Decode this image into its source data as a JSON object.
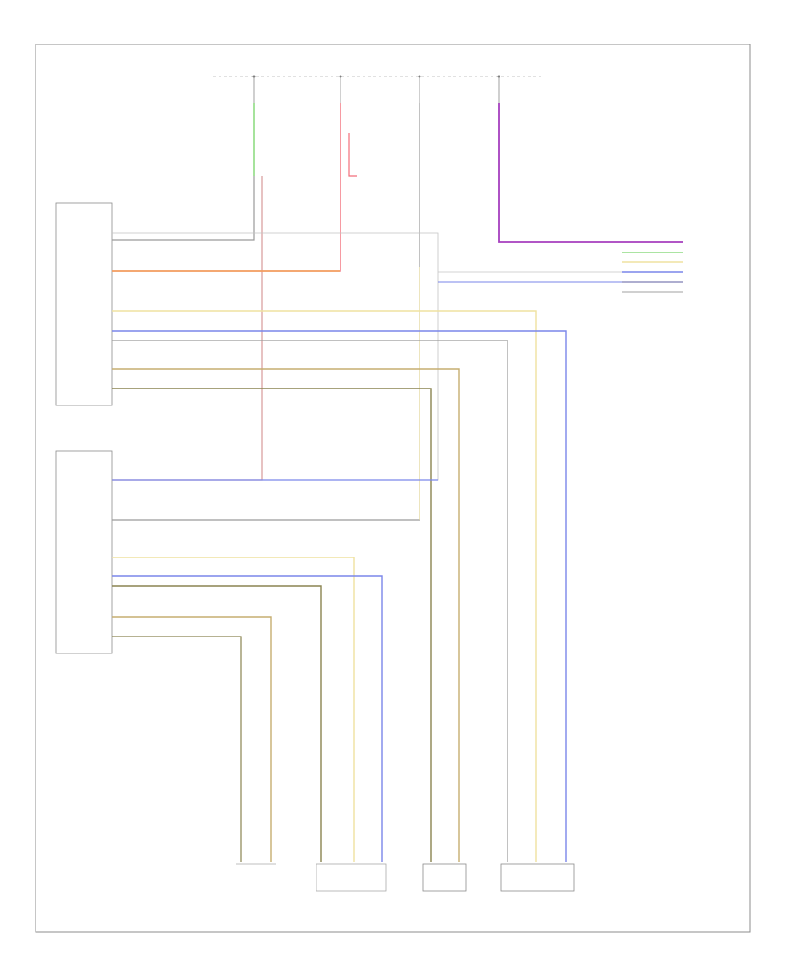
{
  "footer_code": "",
  "fuse_labels": [
    "",
    "",
    "",
    ""
  ],
  "modules": {
    "right_seat_module": {
      "label": ""
    },
    "left_seat_module": {
      "label": ""
    }
  },
  "bottom_components": [
    {
      "id": "left-rear-seat",
      "label": ""
    },
    {
      "id": "left-rear-lumbar",
      "label": ""
    },
    {
      "id": "right-rear-seat",
      "label": ""
    },
    {
      "id": "right-rear-lumbar",
      "label": ""
    }
  ],
  "right_module_label": "",
  "colors": {
    "border": "#8c8c8c",
    "red": "#f26e7a",
    "green": "#8fdc83",
    "purple": "#a63fbf",
    "orange": "#f3a35a",
    "yellow": "#efe2a0",
    "blue": "#7a86ea",
    "tan": "#c6ad70",
    "olive": "#8a8450",
    "gray": "#9a9a9a",
    "pink": "#d79a9a"
  }
}
